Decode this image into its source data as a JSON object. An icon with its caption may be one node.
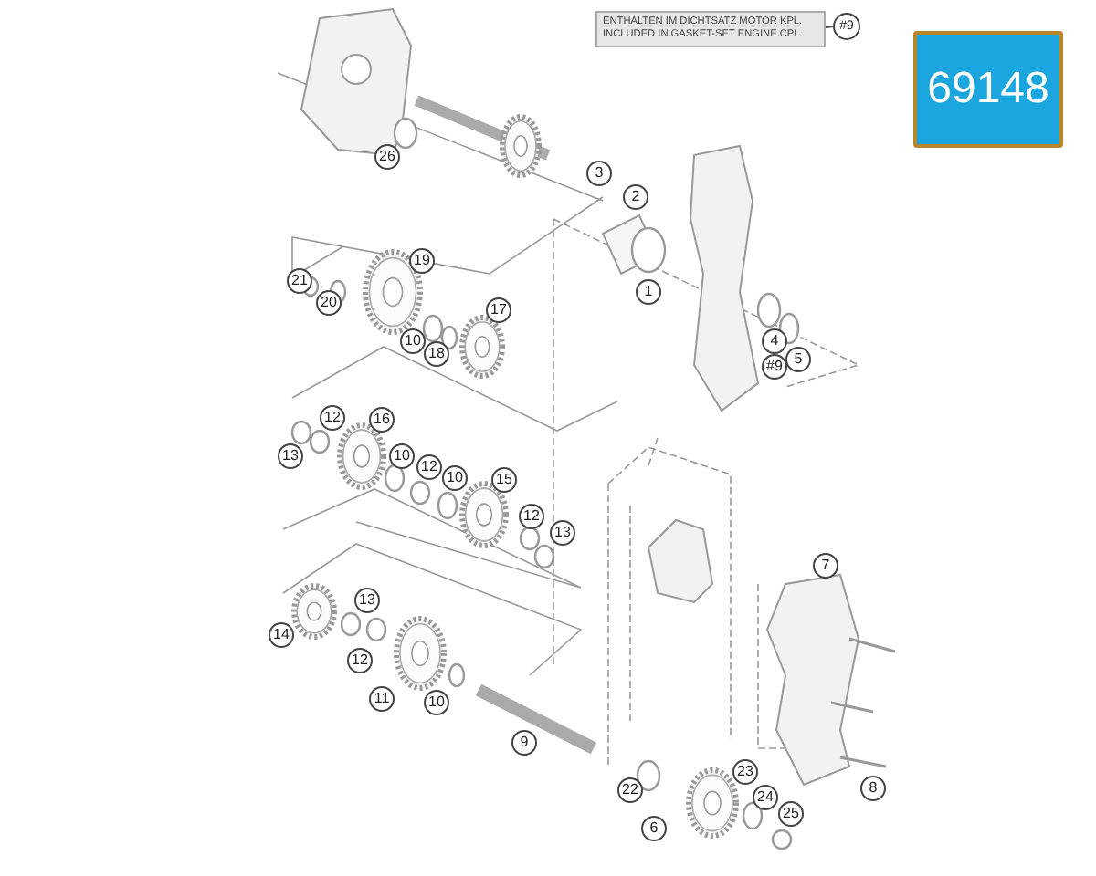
{
  "diagram": {
    "nodes": [
      {
        "text": [
          "ENTHALTEN IM DICHTSATZ MOTOR KPL.",
          "INCLUDED IN GASKET-SET ENGINE CPL."
        ]
      },
      {
        "text": [
          "#9"
        ]
      }
    ],
    "edges": [
      {
        "from": 0,
        "to": 1,
        "arrow": "none"
      }
    ],
    "labels": [
      "69148",
      "26",
      "3",
      "2",
      "21",
      "19",
      "1",
      "20",
      "17",
      "10",
      "18",
      "4",
      "5",
      "#9",
      "12",
      "16",
      "13",
      "10",
      "12",
      "10",
      "15",
      "12",
      "13",
      "7",
      "13",
      "14",
      "12",
      "11",
      "10",
      "9",
      "23",
      "22",
      "24",
      "8",
      "6",
      "25"
    ]
  }
}
